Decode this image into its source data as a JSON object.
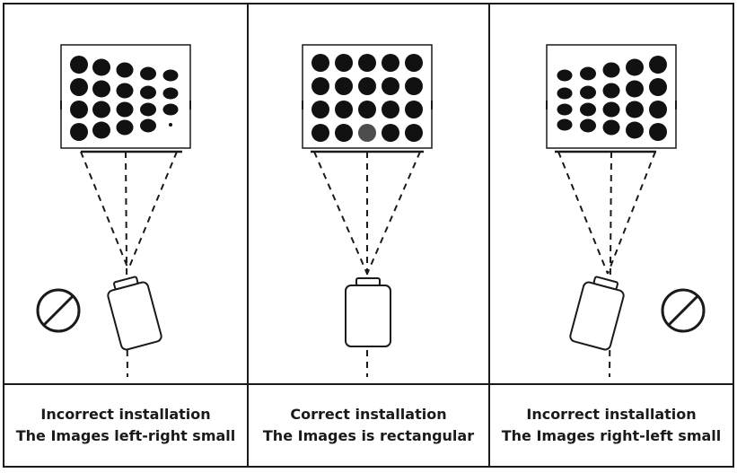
{
  "panels": [
    {
      "title": "Incorrect installation",
      "subtitle": "The Images left-right small",
      "status": "incorrect",
      "status_icon": "prohibited-icon"
    },
    {
      "title": "Correct installation",
      "subtitle": "The Images is rectangular",
      "status": "correct",
      "status_icon": ""
    },
    {
      "title": "Incorrect installation",
      "subtitle": "The Images right-left small",
      "status": "incorrect",
      "status_icon": "prohibited-icon"
    }
  ],
  "colors": {
    "stroke": "#1a1a1a",
    "dot": "#111111",
    "background": "#ffffff"
  }
}
